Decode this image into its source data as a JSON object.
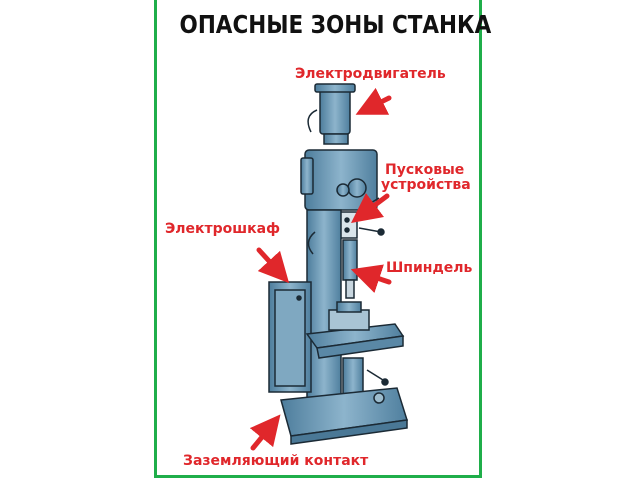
{
  "title": "ОПАСНЫЕ ЗОНЫ СТАНКА",
  "labels": {
    "motor": "Электродвигатель",
    "start_line1": "Пусковые",
    "start_line2": "устройства",
    "cabinet": "Электрошкаф",
    "spindle": "Шпиндель",
    "ground": "Заземляющий контакт"
  },
  "colors": {
    "frame": "#1fae4a",
    "label": "#e0272b",
    "machine": "#6b97b3"
  }
}
